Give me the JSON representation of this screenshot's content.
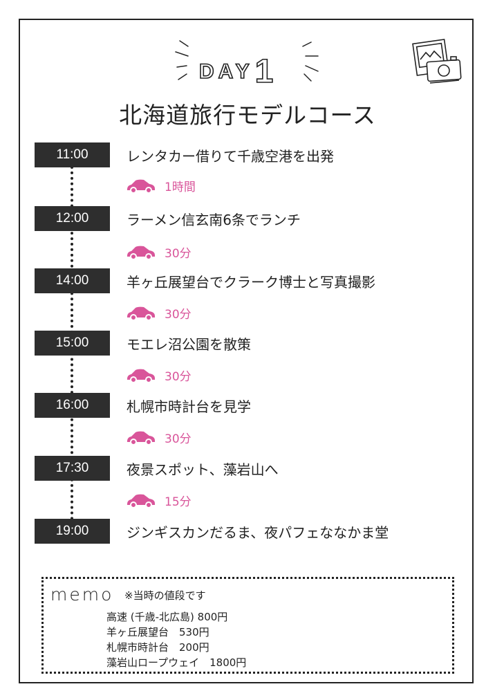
{
  "header": {
    "day_label": "DAY",
    "day_number": "1",
    "title": "北海道旅行モデルコース",
    "icon": "photo-camera-icon"
  },
  "schedule": [
    {
      "time": "11:00",
      "place": "レンタカー借りて千歳空港を出発",
      "travel": "1時間"
    },
    {
      "time": "12:00",
      "place": "ラーメン信玄南6条でランチ",
      "travel": "30分"
    },
    {
      "time": "14:00",
      "place": "羊ヶ丘展望台でクラーク博士と写真撮影",
      "travel": "30分"
    },
    {
      "time": "15:00",
      "place": "モエレ沼公園を散策",
      "travel": "30分"
    },
    {
      "time": "16:00",
      "place": "札幌市時計台を見学",
      "travel": "30分"
    },
    {
      "time": "17:30",
      "place": "夜景スポット、藻岩山へ",
      "travel": "15分"
    },
    {
      "time": "19:00",
      "place": "ジンギスカンだるま、夜パフェななかま堂"
    }
  ],
  "memo": {
    "title": "memo",
    "note": "※当時の値段です",
    "items": [
      "高速 (千歳-北広島) 800円",
      "羊ヶ丘展望台　530円",
      "札幌市時計台　200円",
      "藻岩山ロープウェイ　1800円"
    ]
  },
  "colors": {
    "accent": "#d9559a",
    "time_bg": "#2e2e2e"
  }
}
